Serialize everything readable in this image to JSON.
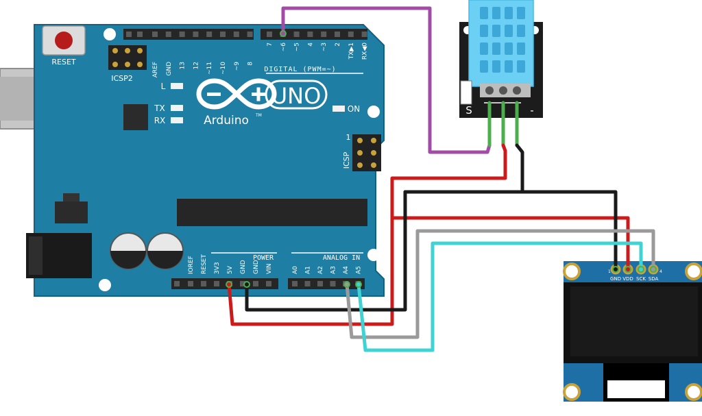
{
  "arduino": {
    "reset_label": "RESET",
    "icsp2_label": "ICSP2",
    "icsp_label": "ICSP",
    "icsp_pin1": "1",
    "led_l": "L",
    "led_tx": "TX",
    "led_rx": "RX",
    "led_on": "ON",
    "logo_uno": "UNO",
    "logo_brand": "Arduino",
    "logo_tm": "TM",
    "digital_header": "DIGITAL (PWM=~)",
    "digital_pins": [
      "AREF",
      "GND",
      "13",
      "12",
      "~11",
      "~10",
      "~9",
      "8",
      "7",
      "~6",
      "~5",
      "4",
      "~3",
      "2",
      "TX▶1",
      "RX◀0"
    ],
    "power_header": "POWER",
    "power_pins": [
      "IOREF",
      "RESET",
      "3V3",
      "5V",
      "GND",
      "GND",
      "VIN"
    ],
    "analog_header": "ANALOG IN",
    "analog_pins": [
      "A0",
      "A1",
      "A2",
      "A3",
      "A4",
      "A5"
    ]
  },
  "dht_module": {
    "pin_s": "S",
    "pin_minus": "-"
  },
  "oled": {
    "pin_labels": [
      "GND",
      "VDD",
      "SCK",
      "SDA"
    ],
    "pin_num_first": "1",
    "pin_num_last": "4"
  },
  "colors": {
    "board": "#1f7ea3",
    "signal_wire": "#a24ca8",
    "power_wire": "#cc1b1b",
    "ground_wire": "#1a1a1a",
    "scl_wire": "#3fd3d3",
    "sda_wire": "#9a9a9a",
    "sensor_blue": "#6ccff4",
    "oled_blue": "#1e6fa5"
  }
}
